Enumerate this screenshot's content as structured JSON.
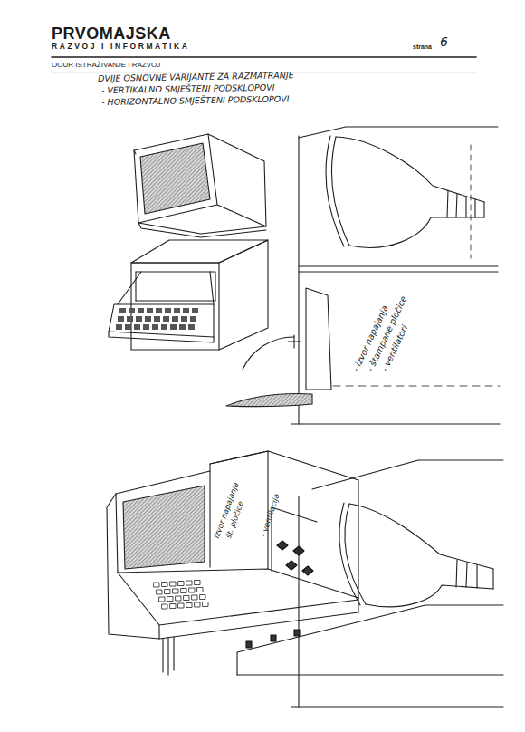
{
  "diagram": {
    "title": "PRVOMAJSKA",
    "labels": [
      "RAZVOJ I INFORMATIKA",
      "strana",
      "6",
      "OOUR ISTRAŽIVANJE I RAZVOJ",
      "DVIJE OSNOVNE VARIJANTE ZA RAZMATRANJE",
      "- VERTIKALNO SMJEŠTENI PODSKLOPOVI",
      "- HORIZONTALNO SMJEŠTENI PODSKLOPOVI",
      "- izvor napajanja",
      "- štampane pločice",
      "- ventilatori",
      "izvor napajanja",
      "št. pločice",
      "- ventilacija"
    ]
  }
}
